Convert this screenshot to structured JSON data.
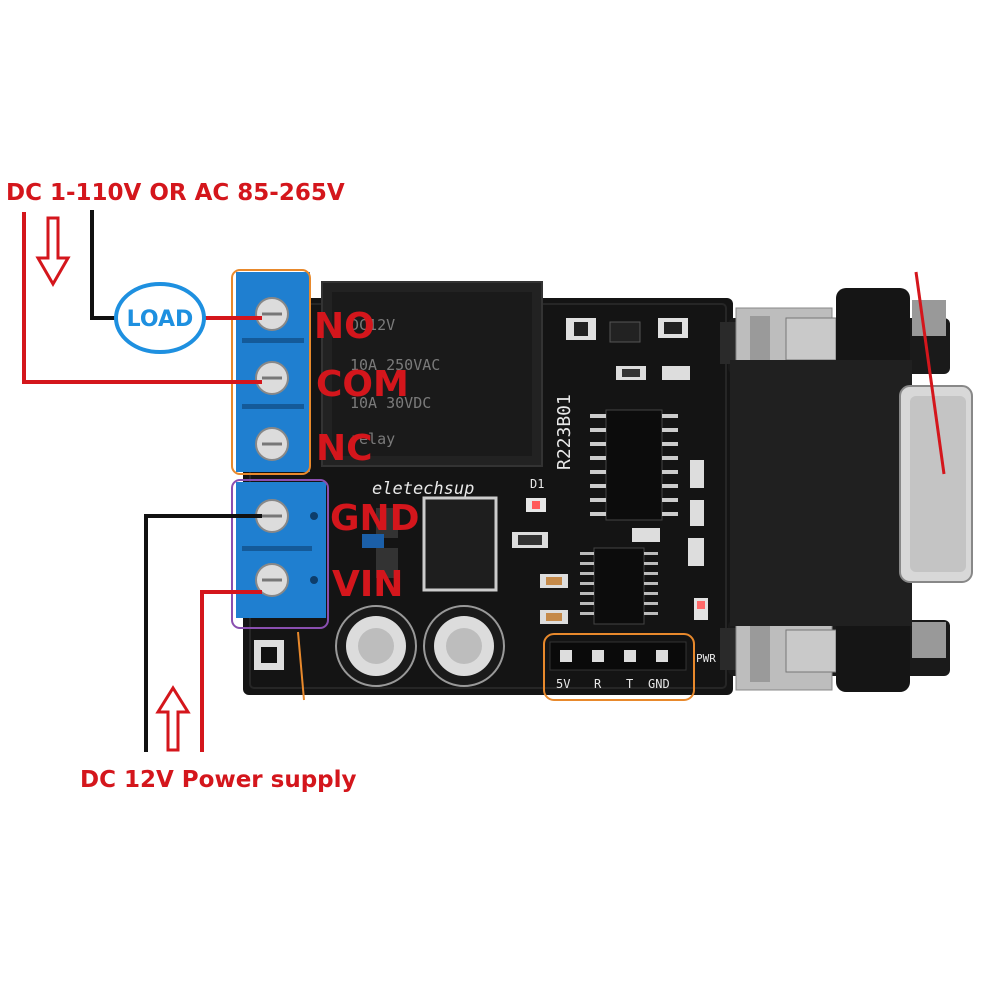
{
  "annotations": {
    "supply_top": "DC 1-110V OR AC 85-265V",
    "load": "LOAD",
    "supply_bottom": "DC 12V Power supply"
  },
  "terminals": {
    "no": "NO",
    "com": "COM",
    "nc": "NC",
    "gnd": "GND",
    "vin": "VIN"
  },
  "board": {
    "brand": "eletechsup",
    "model": "R223B01",
    "led_label": "D1",
    "pwr_label": "PWR",
    "header_pins": [
      "5V",
      "R",
      "T",
      "GND"
    ],
    "relay_lines": [
      "DC12V",
      "10A 250VAC",
      "10A 30VDC",
      "relay"
    ]
  },
  "colors": {
    "wire_red": "#d4161c",
    "wire_black": "#111111",
    "terminal_blue": "#1f7fd0",
    "pcb": "#141414",
    "highlight_orange": "#e8892c",
    "highlight_purple": "#8a4fb0",
    "load_circle": "#1e90e0"
  }
}
